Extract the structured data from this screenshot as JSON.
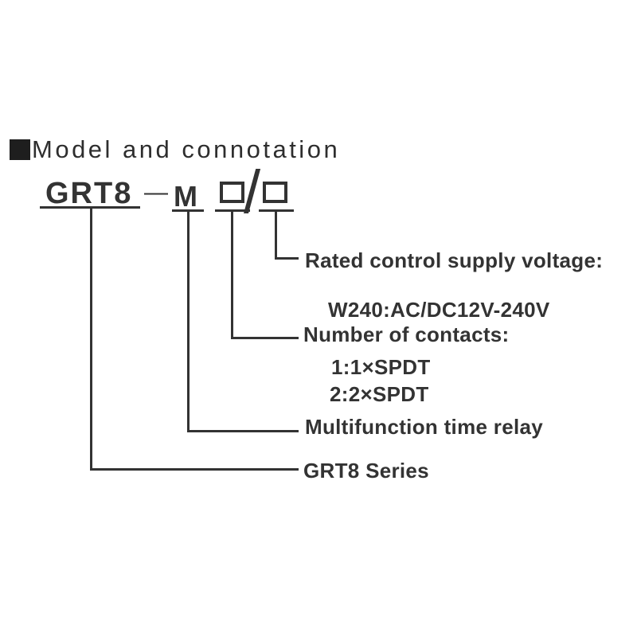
{
  "canvas": {
    "background": "#ffffff",
    "ink": "#333333",
    "bullet_color": "#1e1e1e"
  },
  "header": {
    "bullet_icon": "black-square-bullet-icon",
    "title": "Model and connotation"
  },
  "model_code": {
    "series": "GRT8",
    "separator": "—",
    "function": "M",
    "placeholder_box_1": "contacts-code-box",
    "slash": "/",
    "placeholder_box_2": "voltage-code-box"
  },
  "callouts": {
    "rated_voltage": {
      "label": "Rated control supply voltage:",
      "options": [
        "W240:AC/DC12V-240V"
      ]
    },
    "contacts": {
      "label": "Number of contacts:",
      "options": [
        "1:1×SPDT",
        "2:2×SPDT"
      ]
    },
    "function": {
      "label": "Multifunction time relay"
    },
    "series": {
      "label": "GRT8 Series"
    }
  }
}
